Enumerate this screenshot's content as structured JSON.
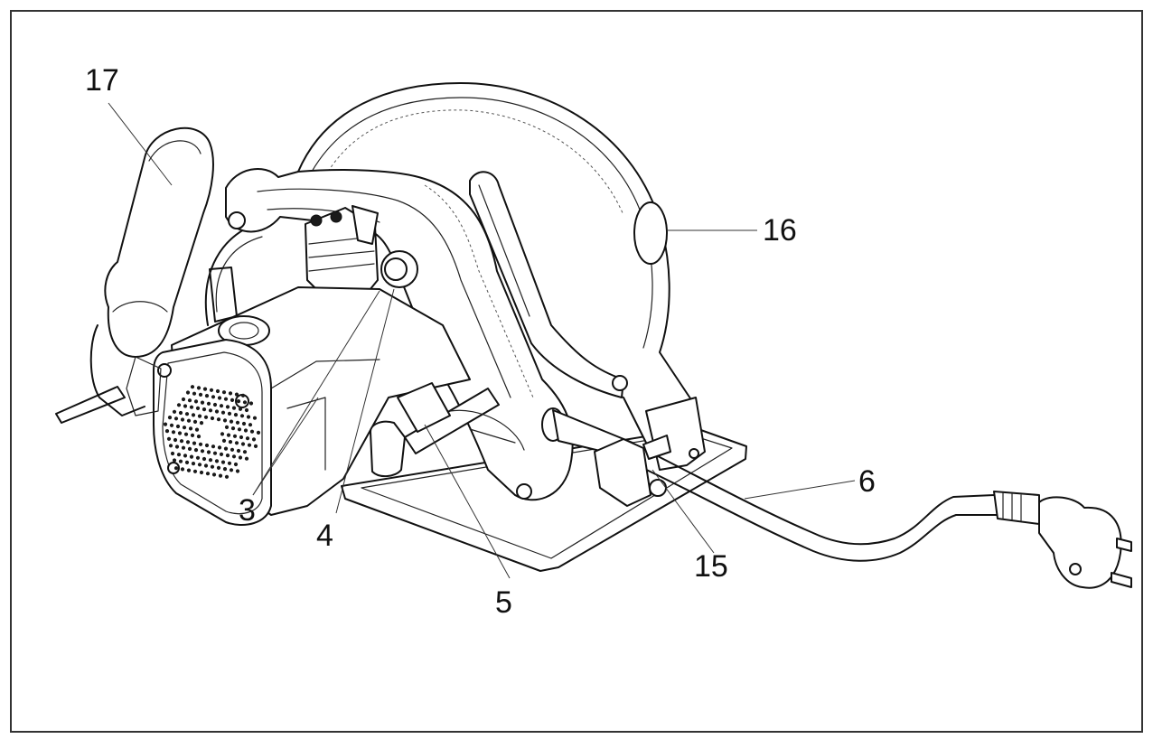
{
  "callouts": {
    "c17": "17",
    "c16": "16",
    "c3": "3",
    "c4": "4",
    "c5": "5",
    "c6": "6",
    "c15": "15"
  }
}
